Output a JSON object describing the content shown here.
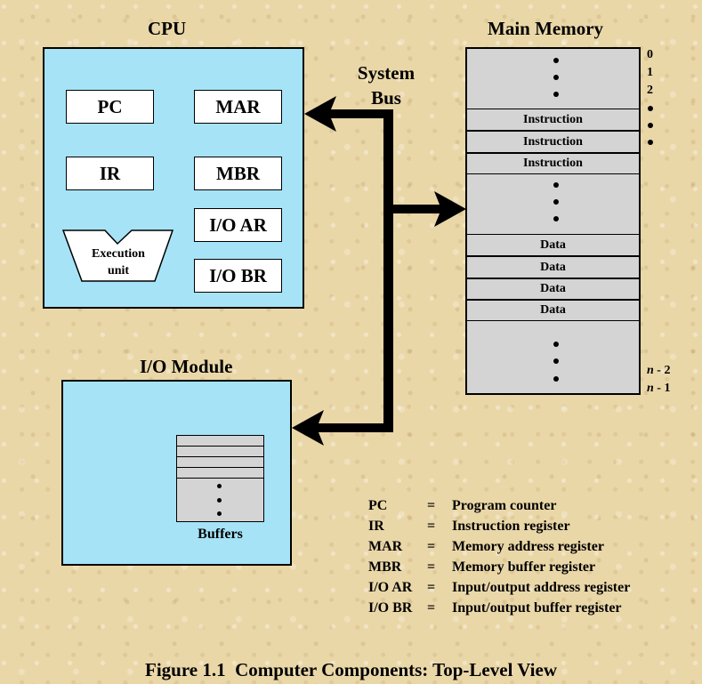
{
  "cpu": {
    "title": "CPU",
    "registers": {
      "pc": "PC",
      "mar": "MAR",
      "ir": "IR",
      "mbr": "MBR",
      "ioar": "I/O AR",
      "iobr": "I/O BR"
    },
    "execution_unit": [
      "Execution",
      "unit"
    ]
  },
  "bus": {
    "label": [
      "System",
      "Bus"
    ]
  },
  "memory": {
    "title": "Main Memory",
    "instruction_cells": [
      "Instruction",
      "Instruction",
      "Instruction"
    ],
    "data_cells": [
      "Data",
      "Data",
      "Data",
      "Data"
    ],
    "addresses_top": [
      "0",
      "1",
      "2"
    ],
    "addresses_bottom": {
      "n2_var": "n",
      "n2_rest": " - 2",
      "n1_var": "n",
      "n1_rest": " - 1"
    }
  },
  "io_module": {
    "title": "I/O Module",
    "buffers_label": "Buffers"
  },
  "legend": [
    {
      "abbr": "PC",
      "eq": "=",
      "meaning": "Program counter"
    },
    {
      "abbr": "IR",
      "eq": "=",
      "meaning": "Instruction register"
    },
    {
      "abbr": "MAR",
      "eq": "=",
      "meaning": "Memory address register"
    },
    {
      "abbr": "MBR",
      "eq": "=",
      "meaning": "Memory buffer register"
    },
    {
      "abbr": "I/O AR",
      "eq": "=",
      "meaning": "Input/output address register"
    },
    {
      "abbr": "I/O BR",
      "eq": "=",
      "meaning": "Input/output buffer register"
    }
  ],
  "caption": "Figure 1.1  Computer Components: Top-Level View",
  "colors": {
    "background": "#ead7a8",
    "box_fill": "#a6e3f7",
    "memory_fill": "#d4d4d4",
    "stroke": "#000000"
  }
}
